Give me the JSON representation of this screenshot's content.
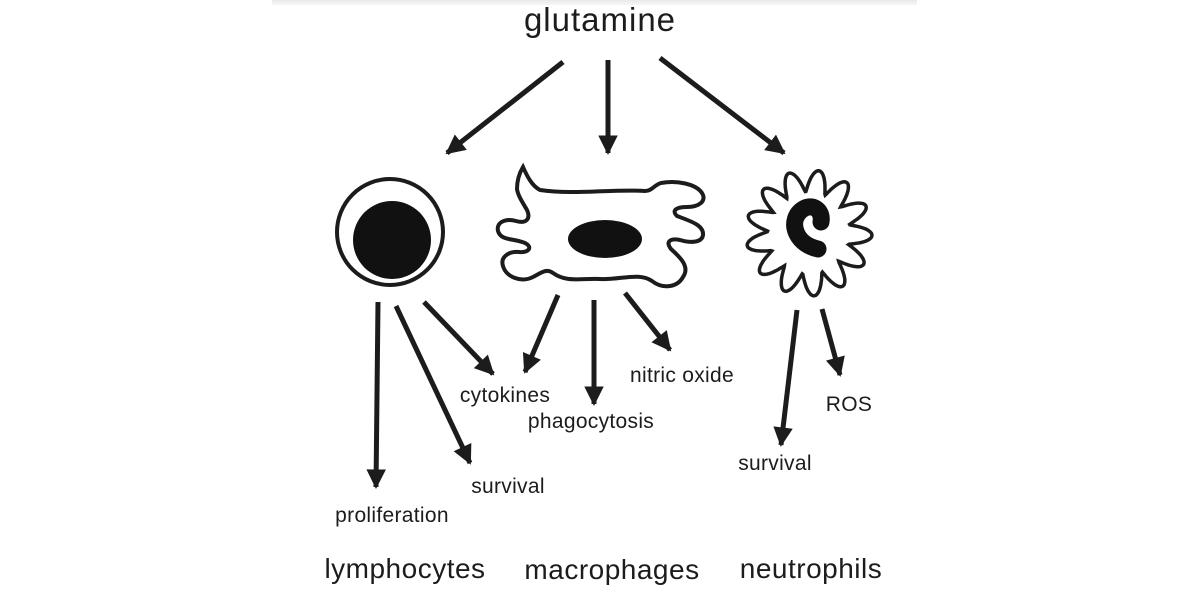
{
  "diagram": {
    "title": "glutamine",
    "node_labels": {
      "glutamine": "glutamine",
      "lymphocytes": "lymphocytes",
      "macrophages": "macrophages",
      "neutrophils": "neutrophils"
    },
    "output_labels": {
      "proliferation": "proliferation",
      "survival_lymphocytes": "survival",
      "cytokines": "cytokines",
      "phagocytosis": "phagocytosis",
      "nitric_oxide": "nitric oxide",
      "survival_neutrophils": "survival",
      "ros": "ROS"
    },
    "edges": [
      {
        "from": "glutamine",
        "to": "lymphocytes"
      },
      {
        "from": "glutamine",
        "to": "macrophages"
      },
      {
        "from": "glutamine",
        "to": "neutrophils"
      },
      {
        "from": "lymphocytes",
        "to": "proliferation"
      },
      {
        "from": "lymphocytes",
        "to": "survival"
      },
      {
        "from": "lymphocytes",
        "to": "cytokines"
      },
      {
        "from": "macrophages",
        "to": "cytokines"
      },
      {
        "from": "macrophages",
        "to": "phagocytosis"
      },
      {
        "from": "macrophages",
        "to": "nitric oxide"
      },
      {
        "from": "neutrophils",
        "to": "survival"
      },
      {
        "from": "neutrophils",
        "to": "ROS"
      }
    ],
    "colors": {
      "ink": "#1c1c1c",
      "background": "#ffffff"
    }
  }
}
